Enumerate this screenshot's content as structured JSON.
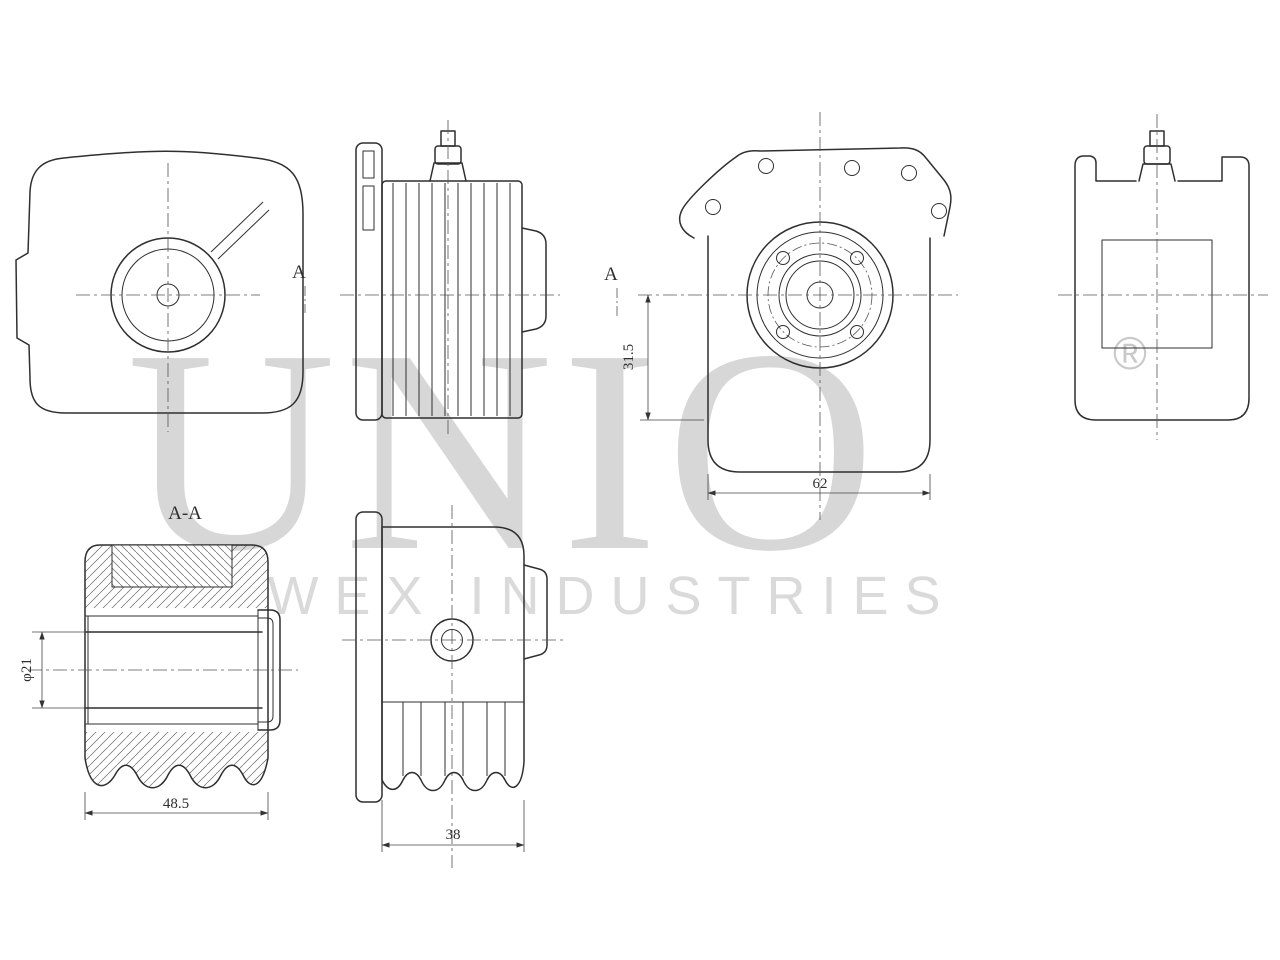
{
  "watermark": {
    "brand": "UNIO",
    "subtitle": "WEX INDUSTRIES",
    "registered_mark": "®"
  },
  "labels": {
    "section_marker_1": "A",
    "section_marker_2": "A",
    "section_view": "A-A"
  },
  "dimensions": {
    "center_to_base": "31.5",
    "body_width": "62",
    "bore_diameter": "φ21",
    "section_width": "48.5",
    "side_width": "38"
  },
  "colors": {
    "line": "#2f2f2f",
    "watermark": "#d7d7d7",
    "background": "#ffffff"
  }
}
